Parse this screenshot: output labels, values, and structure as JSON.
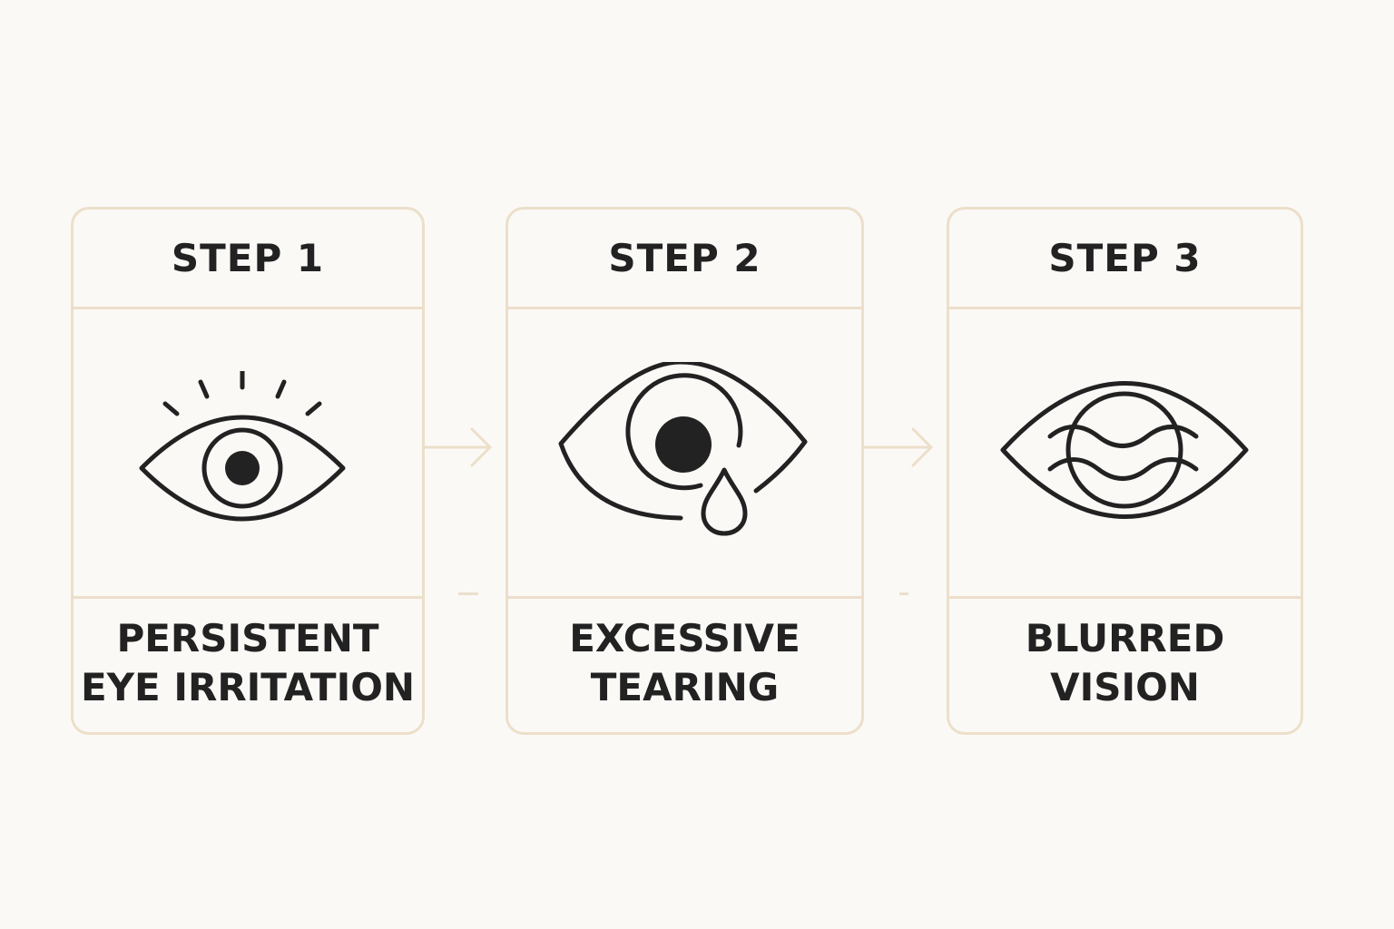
{
  "steps": [
    {
      "title": "STEP 1",
      "description_lines": [
        "PERSISTENT",
        "EYE IRRITATION"
      ],
      "icon": "irritated-eye-icon"
    },
    {
      "title": "STEP 2",
      "description_lines": [
        "EXCESSIVE",
        "TEARING"
      ],
      "icon": "tearing-eye-icon"
    },
    {
      "title": "STEP 3",
      "description_lines": [
        "BLURRED",
        "VISION"
      ],
      "icon": "blurred-eye-icon"
    }
  ],
  "colors": {
    "background": "#fbf9f6",
    "card_border": "#ecdfca",
    "connector": "#ecdfca",
    "icon_stroke": "#222222",
    "text": "#222222"
  }
}
